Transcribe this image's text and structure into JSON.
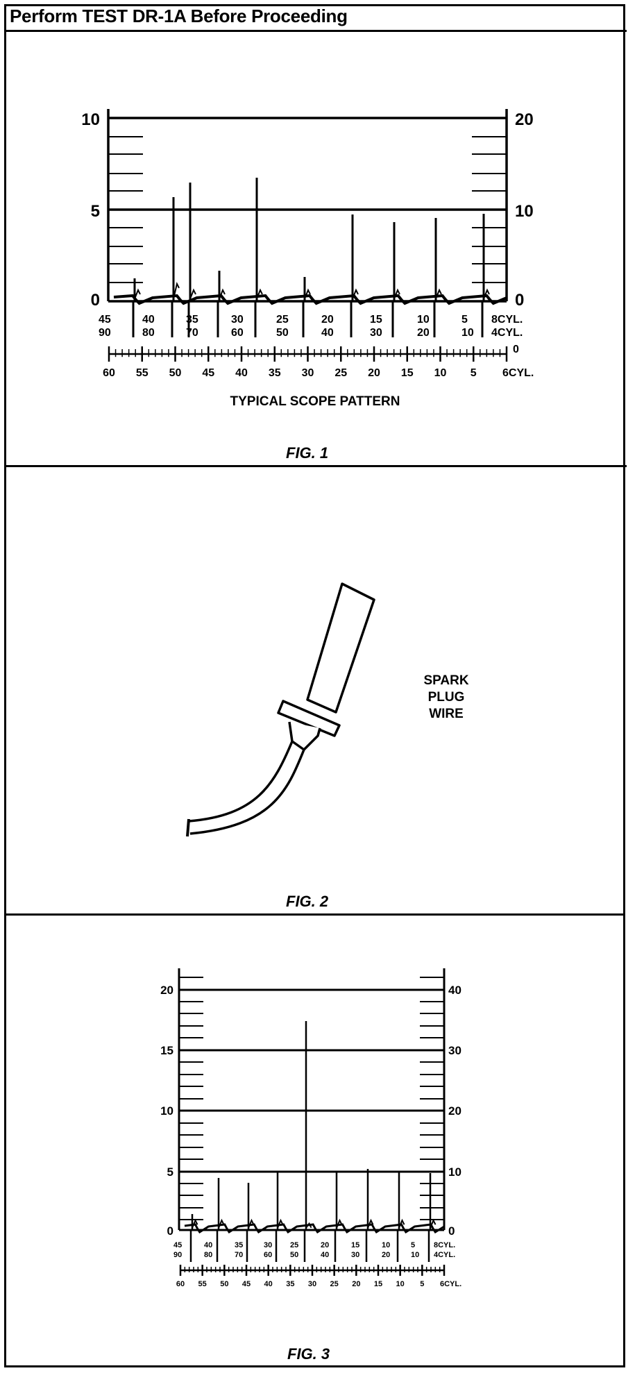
{
  "header": {
    "title": "Perform TEST DR-1A Before Proceeding"
  },
  "fig1": {
    "caption": "FIG. 1",
    "pattern_label": "TYPICAL SCOPE PATTERN",
    "left_axis": [
      "10",
      "5",
      "0"
    ],
    "right_axis": [
      "20",
      "10",
      "0"
    ],
    "row8": [
      "45",
      "40",
      "35",
      "30",
      "25",
      "20",
      "15",
      "10",
      "5",
      "8CYL."
    ],
    "row4": [
      "90",
      "80",
      "70",
      "60",
      "50",
      "40",
      "30",
      "20",
      "10",
      "4CYL."
    ],
    "row6": [
      "60",
      "55",
      "50",
      "45",
      "40",
      "35",
      "30",
      "25",
      "20",
      "15",
      "10",
      "5",
      "6CYL."
    ],
    "ruler_end": "0"
  },
  "fig2": {
    "caption": "FIG. 2",
    "label_lines": [
      "SPARK",
      "PLUG",
      "WIRE"
    ]
  },
  "fig3": {
    "caption": "FIG. 3",
    "left_axis": [
      "20",
      "15",
      "10",
      "5",
      "0"
    ],
    "right_axis": [
      "40",
      "30",
      "20",
      "10",
      "0"
    ],
    "row8": [
      "45",
      "40",
      "35",
      "30",
      "25",
      "20",
      "15",
      "10",
      "5",
      "8CYL."
    ],
    "row4": [
      "90",
      "80",
      "70",
      "60",
      "50",
      "40",
      "30",
      "20",
      "10",
      "4CYL."
    ],
    "row6": [
      "60",
      "55",
      "50",
      "45",
      "40",
      "35",
      "30",
      "25",
      "20",
      "15",
      "10",
      "5",
      "6CYL."
    ]
  }
}
